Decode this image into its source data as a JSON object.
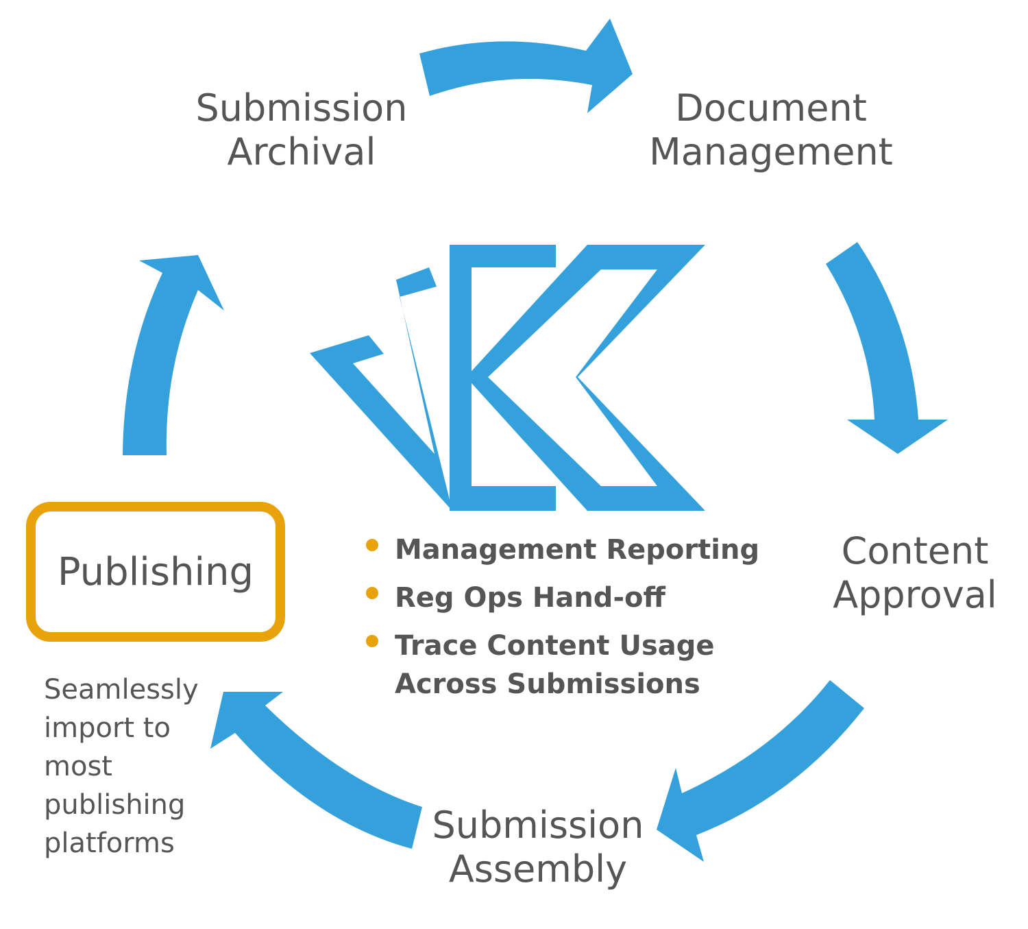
{
  "colors": {
    "arrow": "#35A1DC",
    "accent": "#E8A20C",
    "text": "#555555"
  },
  "stages": {
    "submission_archival": [
      "Submission",
      "Archival"
    ],
    "document_management": [
      "Document",
      "Management"
    ],
    "content_approval": [
      "Content",
      "Approval"
    ],
    "submission_assembly": [
      "Submission",
      "Assembly"
    ]
  },
  "publishing": {
    "label": "Publishing",
    "note": [
      "Seamlessly",
      "import to",
      "most",
      "publishing",
      "platforms"
    ]
  },
  "features": [
    [
      "Management Reporting"
    ],
    [
      "Reg Ops Hand-off"
    ],
    [
      "Trace Content Usage",
      "Across Submissions"
    ]
  ],
  "icons": {
    "center_logo": "logo-icon",
    "cycle_arrows": "arrow-icon"
  }
}
